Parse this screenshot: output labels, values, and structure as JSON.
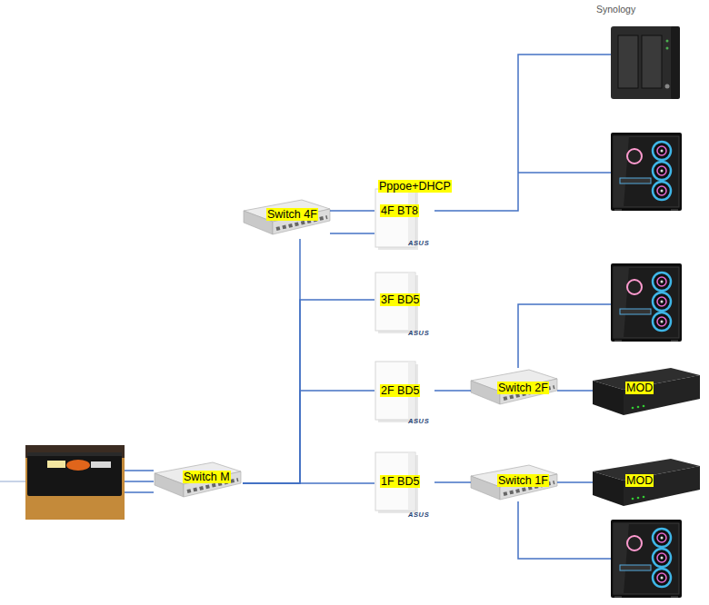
{
  "diagram": {
    "nodes": [
      {
        "text": [
          "Synology"
        ]
      },
      {
        "text": [
          "Switch 4F"
        ]
      },
      {
        "text": [
          "Pppoe+DHCP",
          "4F BT8",
          "ASUS"
        ]
      },
      {
        "text": [
          "3F BD5",
          "ASUS"
        ]
      },
      {
        "text": [
          "2F BD5",
          "ASUS"
        ]
      },
      {
        "text": [
          "Switch 2F"
        ]
      },
      {
        "text": [
          "MOD"
        ]
      },
      {
        "text": [
          "Switch M"
        ]
      },
      {
        "text": [
          "1F BD5",
          "ASUS"
        ]
      },
      {
        "text": [
          "Switch 1F"
        ]
      },
      {
        "text": [
          "MOD"
        ]
      }
    ],
    "edges": [
      {
        "from": 1,
        "to": 2,
        "arrow": "none"
      },
      {
        "from": 1,
        "to": 2,
        "arrow": "none"
      },
      {
        "from": 2,
        "to": 0,
        "arrow": "none"
      },
      {
        "from": 7,
        "to": 1,
        "arrow": "none"
      },
      {
        "from": 7,
        "to": 3,
        "arrow": "none"
      },
      {
        "from": 7,
        "to": 4,
        "arrow": "none"
      },
      {
        "from": 7,
        "to": 8,
        "arrow": "none"
      },
      {
        "from": 4,
        "to": 5,
        "arrow": "none"
      },
      {
        "from": 5,
        "to": 6,
        "arrow": "none"
      },
      {
        "from": 8,
        "to": 9,
        "arrow": "none"
      },
      {
        "from": 9,
        "to": 10,
        "arrow": "none"
      }
    ]
  }
}
